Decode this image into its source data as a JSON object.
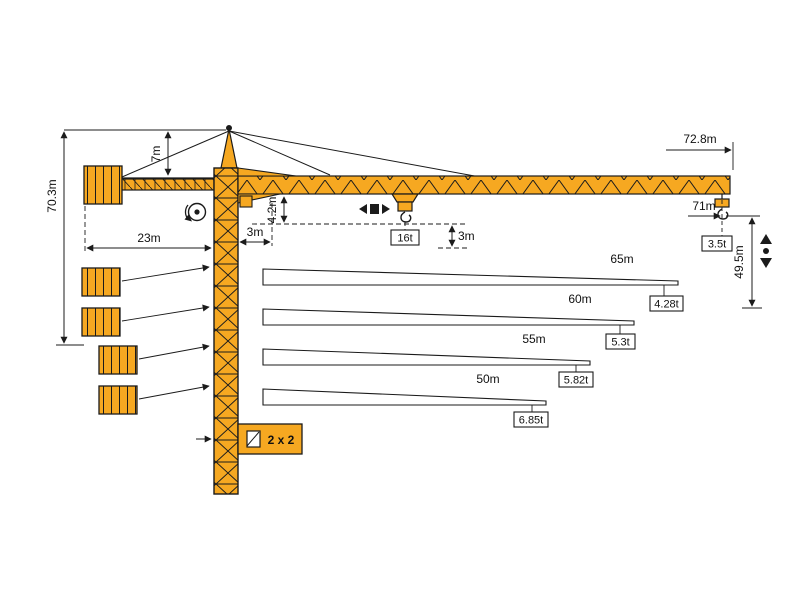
{
  "diagram": {
    "type": "tower-crane-specification-diagram",
    "dims": {
      "total_height": "70.3m",
      "head_height": "7m",
      "counterjib_radius": "23m",
      "root_offset": "3m",
      "root_depth": "4.2m",
      "hook_path": "3m",
      "max_capacity": "16t",
      "max_radius": "72.8m",
      "tip_radius": "71m",
      "tip_capacity": "3.5t",
      "lift_height": "49.5m",
      "mast_section": "2 x 2"
    },
    "variants": [
      {
        "length": "65m",
        "tip_load": "4.28t"
      },
      {
        "length": "60m",
        "tip_load": "5.3t"
      },
      {
        "length": "55m",
        "tip_load": "5.82t"
      },
      {
        "length": "50m",
        "tip_load": "6.85t"
      }
    ],
    "icons": {
      "slewing": "rotation-circle-dot",
      "trolley_travel": "left-right-arrows-square",
      "hoist": "up-down-arrows-dot",
      "mast_section": "section-square"
    },
    "colors": {
      "crane_yellow": "#F6A821",
      "outline": "#1b1b1b",
      "background": "#FFFFFF"
    }
  }
}
